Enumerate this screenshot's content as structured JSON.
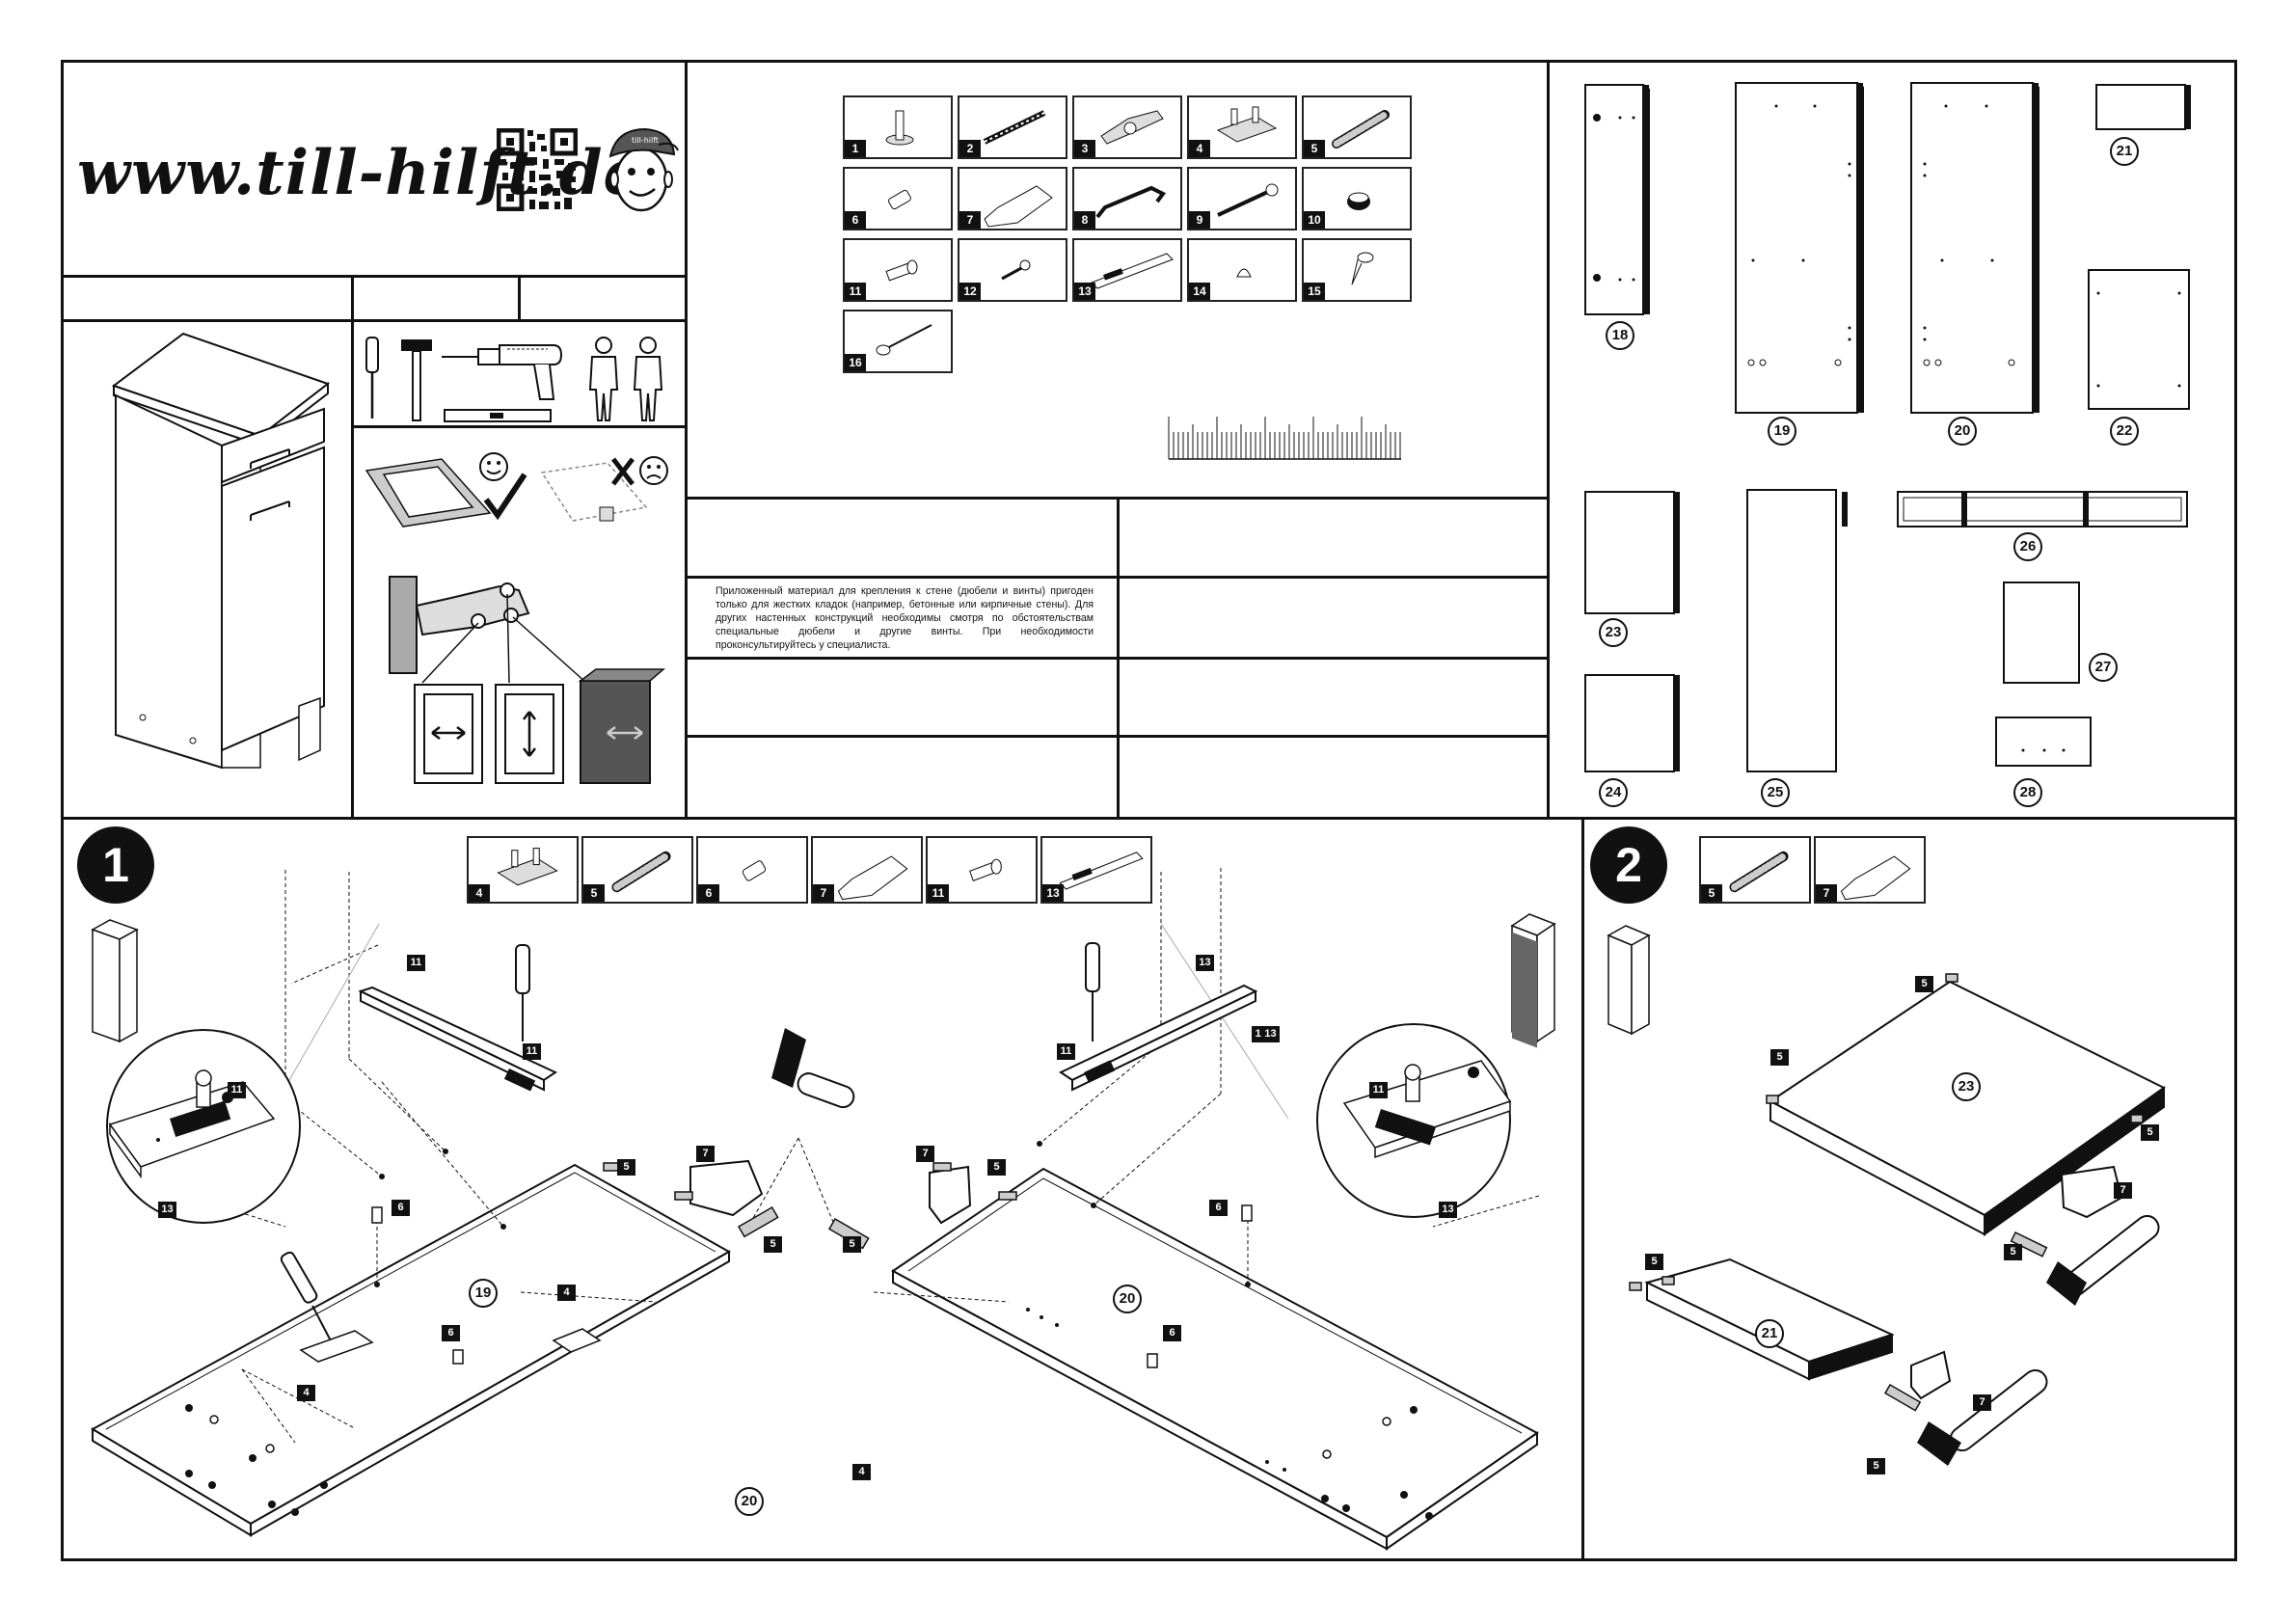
{
  "header": {
    "website": "www.till-hilft.de",
    "qr_icon": "qr-code-icon",
    "mascot_icon": "mascot-boy-cap-icon",
    "mascot_cap_text": "till-hilft"
  },
  "tools": [
    "screwdriver-icon",
    "hammer-icon",
    "drill-icon",
    "spirit-level-icon",
    "two-persons-icon"
  ],
  "surface_hint": {
    "good": "smiley-check-icon",
    "bad": "frown-cross-icon"
  },
  "parts": [
    {
      "num": "1",
      "icon": "leveling-foot-icon"
    },
    {
      "num": "2",
      "icon": "long-screw-icon"
    },
    {
      "num": "3",
      "icon": "hinge-icon"
    },
    {
      "num": "4",
      "icon": "mounting-plate-icon"
    },
    {
      "num": "5",
      "icon": "wood-dowel-icon"
    },
    {
      "num": "6",
      "icon": "cam-bolt-icon"
    },
    {
      "num": "7",
      "icon": "glue-tube-icon"
    },
    {
      "num": "8",
      "icon": "handle-icon"
    },
    {
      "num": "9",
      "icon": "wood-screw-icon"
    },
    {
      "num": "10",
      "icon": "bumper-pad-icon"
    },
    {
      "num": "11",
      "icon": "euro-screw-icon"
    },
    {
      "num": "12",
      "icon": "small-screw-icon"
    },
    {
      "num": "13",
      "icon": "drawer-runner-icon"
    },
    {
      "num": "14",
      "icon": "cover-cap-icon"
    },
    {
      "num": "15",
      "icon": "shelf-support-icon"
    },
    {
      "num": "16",
      "icon": "nail-icon"
    }
  ],
  "wall_mount_note": "Приложенный материал для крепления к стене (дюбели и винты) пригоден только для жестких кладок (например, бетонные или кирпичные стены). Для других настенных конструкций необходимы смотря по обстоятельствам специальные дюбели и другие винты. При необходимости проконсультируйтесь у специалиста.",
  "panels": [
    "18",
    "19",
    "20",
    "21",
    "22",
    "23",
    "24",
    "25",
    "26",
    "27",
    "28"
  ],
  "step1": {
    "number": "1",
    "parts": [
      "4",
      "5",
      "6",
      "7",
      "11",
      "13"
    ],
    "labels": [
      "11",
      "11",
      "11",
      "13",
      "13",
      "11",
      "11",
      "13",
      "11",
      "13",
      "5",
      "7",
      "7",
      "5",
      "5",
      "5",
      "6",
      "6",
      "4",
      "4",
      "6",
      "6",
      "4",
      "19",
      "20",
      "20"
    ]
  },
  "step2": {
    "number": "2",
    "parts": [
      "5",
      "7"
    ],
    "labels": [
      "5",
      "5",
      "5",
      "5",
      "7",
      "23",
      "5",
      "21",
      "7",
      "5"
    ]
  }
}
